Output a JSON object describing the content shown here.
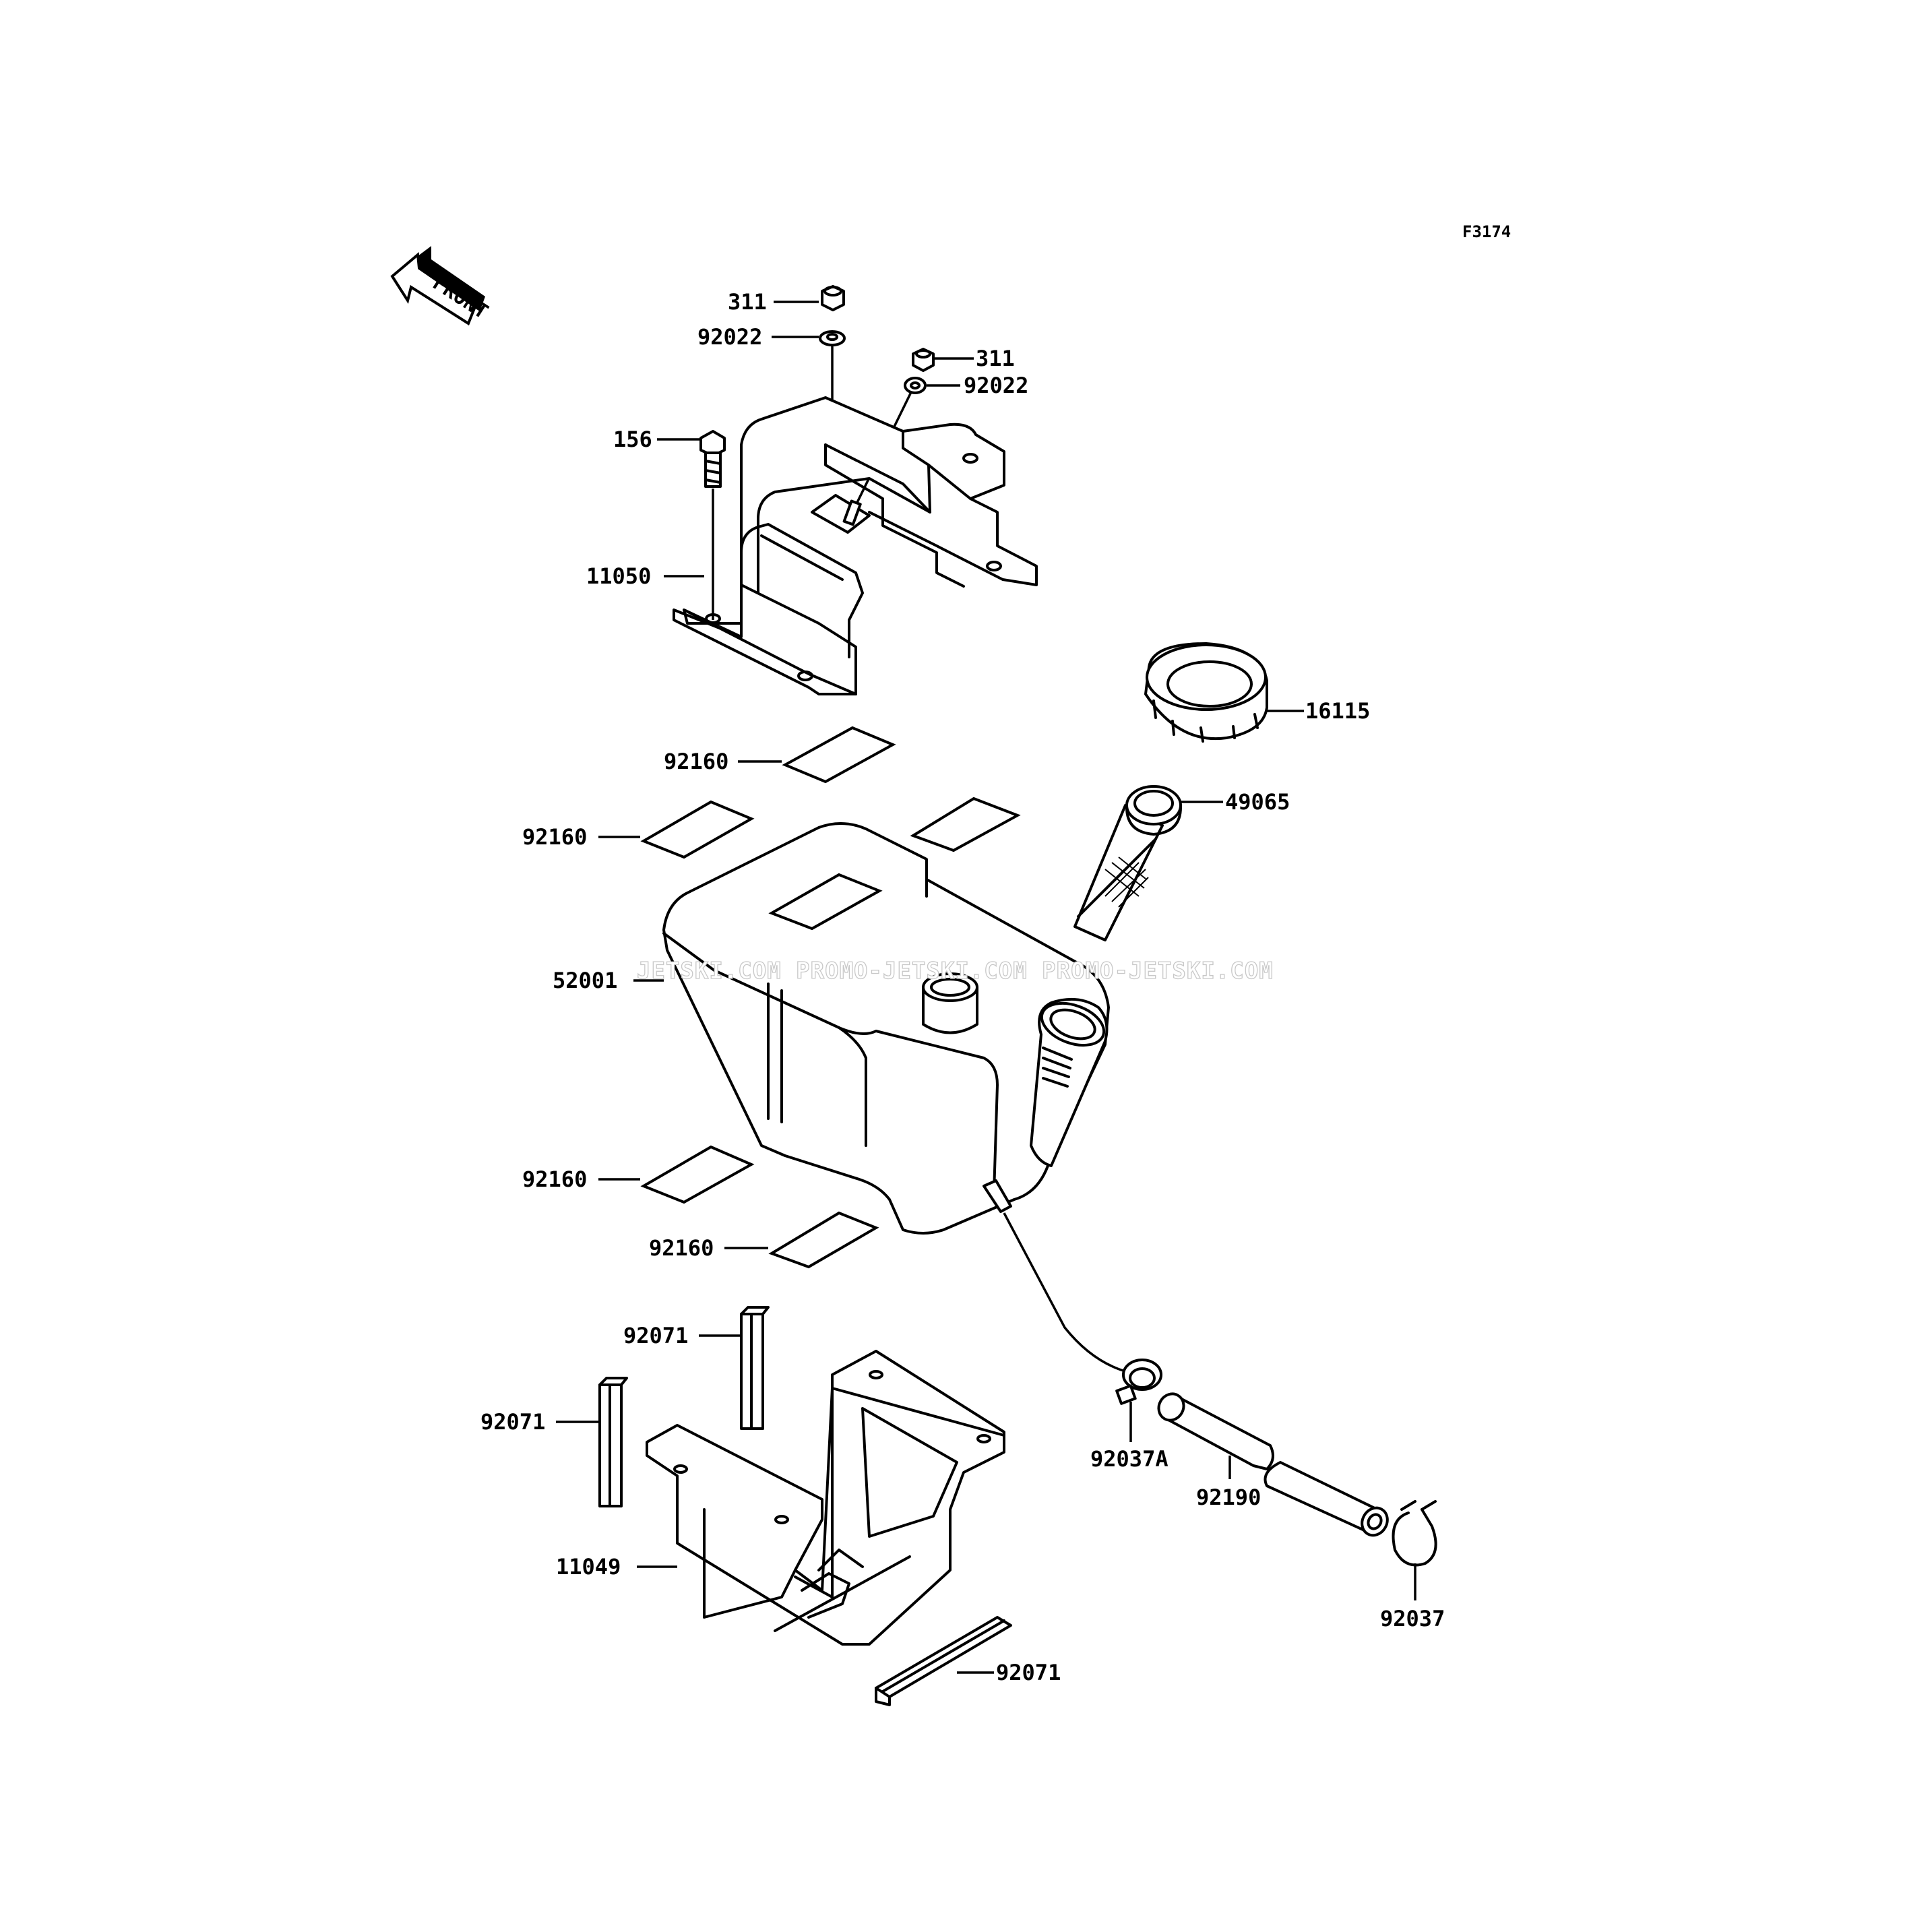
{
  "figure_code": "F3174",
  "front_marker": "FRONT",
  "watermark": "JETSKI.COM  PROMO-JETSKI.COM  PROMO-JETSKI.COM",
  "parts": {
    "nut_top": "311",
    "washer_top": "92022",
    "nut_right": "311",
    "washer_right": "92022",
    "bolt": "156",
    "bracket_upper": "11050",
    "cap": "16115",
    "strainer": "49065",
    "pad_a": "92160",
    "pad_b": "92160",
    "tank": "52001",
    "pad_c": "92160",
    "pad_d": "92160",
    "trim_a": "92071",
    "trim_b": "92071",
    "bracket_lower": "11049",
    "clamp_a": "92037A",
    "hose": "92190",
    "clamp_b": "92037",
    "trim_c": "92071"
  }
}
